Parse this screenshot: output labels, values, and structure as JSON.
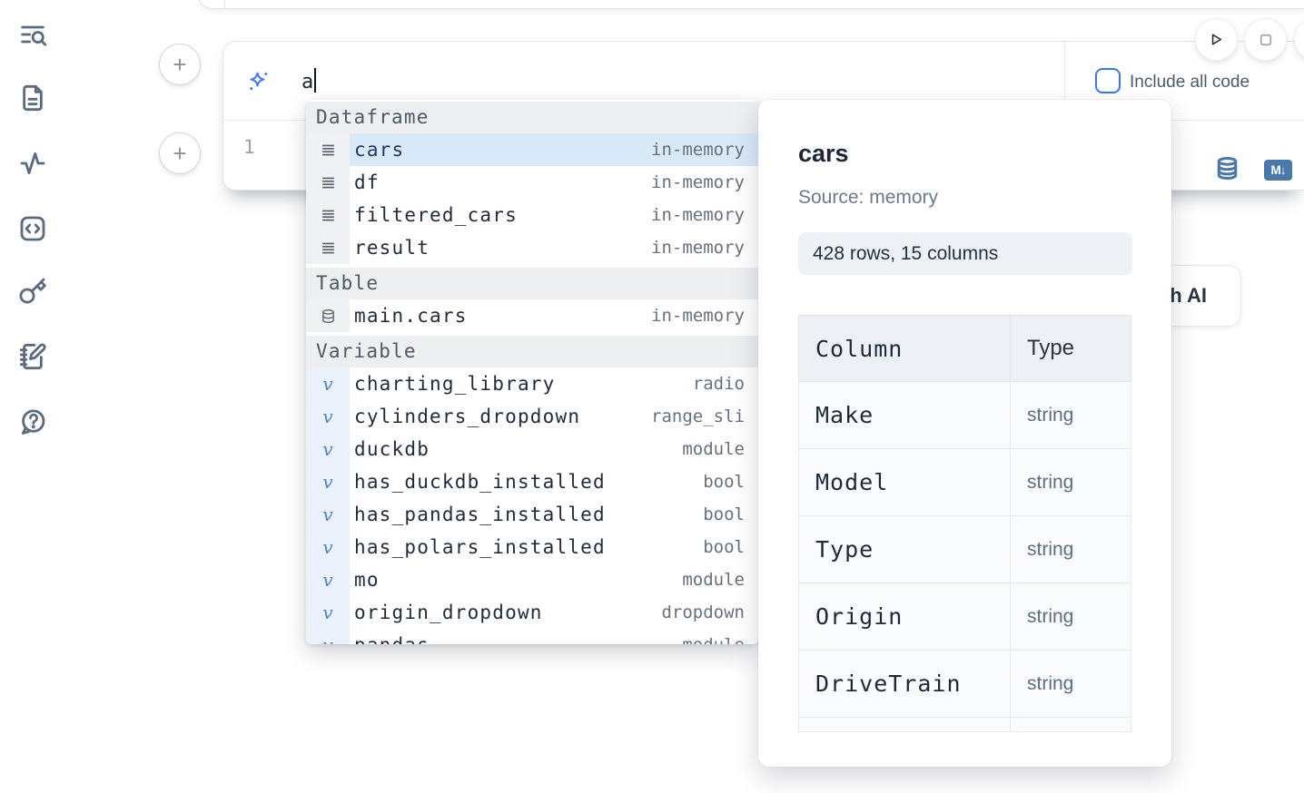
{
  "colors": {
    "accent_blue": "#3779f0",
    "steel_blue": "#4879a8",
    "selected_row_bg": "#d9e9fa",
    "sidebar_icon": "#5b6a80"
  },
  "sidebar": {
    "icons": [
      "list-search-icon",
      "file-document-icon",
      "activity-icon",
      "code-square-icon",
      "key-icon",
      "scratchpad-icon",
      "help-chat-icon"
    ]
  },
  "run_controls": {
    "buttons": [
      "run-button",
      "stop-button",
      "partial-button"
    ]
  },
  "ai_cell": {
    "input_value": "a",
    "include_all_code": {
      "label": "Include all code",
      "checked": false
    }
  },
  "code_cell": {
    "line_number": "1",
    "markdown_badge": "M↓"
  },
  "generate_ai_card": {
    "visible_label": "h AI"
  },
  "completion_menu": {
    "sections": [
      {
        "label": "Dataframe",
        "kind": "dataframe",
        "items": [
          {
            "name": "cars",
            "type": "in-memory",
            "selected": true
          },
          {
            "name": "df",
            "type": "in-memory"
          },
          {
            "name": "filtered_cars",
            "type": "in-memory"
          },
          {
            "name": "result",
            "type": "in-memory"
          }
        ]
      },
      {
        "label": "Table",
        "kind": "table",
        "items": [
          {
            "name": "main.cars",
            "type": "in-memory"
          }
        ]
      },
      {
        "label": "Variable",
        "kind": "variable",
        "items": [
          {
            "name": "charting_library",
            "type": "radio"
          },
          {
            "name": "cylinders_dropdown",
            "type": "range_sli"
          },
          {
            "name": "duckdb",
            "type": "module"
          },
          {
            "name": "has_duckdb_installed",
            "type": "bool"
          },
          {
            "name": "has_pandas_installed",
            "type": "bool"
          },
          {
            "name": "has_polars_installed",
            "type": "bool"
          },
          {
            "name": "mo",
            "type": "module"
          },
          {
            "name": "origin_dropdown",
            "type": "dropdown"
          },
          {
            "name": "pandas",
            "type": "module"
          }
        ]
      }
    ]
  },
  "preview_panel": {
    "title": "cars",
    "source_label": "Source: memory",
    "shape_badge": "428 rows, 15 columns",
    "table": {
      "headers": [
        "Column",
        "Type"
      ],
      "rows": [
        [
          "Make",
          "string"
        ],
        [
          "Model",
          "string"
        ],
        [
          "Type",
          "string"
        ],
        [
          "Origin",
          "string"
        ],
        [
          "DriveTrain",
          "string"
        ],
        [
          "",
          ""
        ]
      ]
    }
  }
}
